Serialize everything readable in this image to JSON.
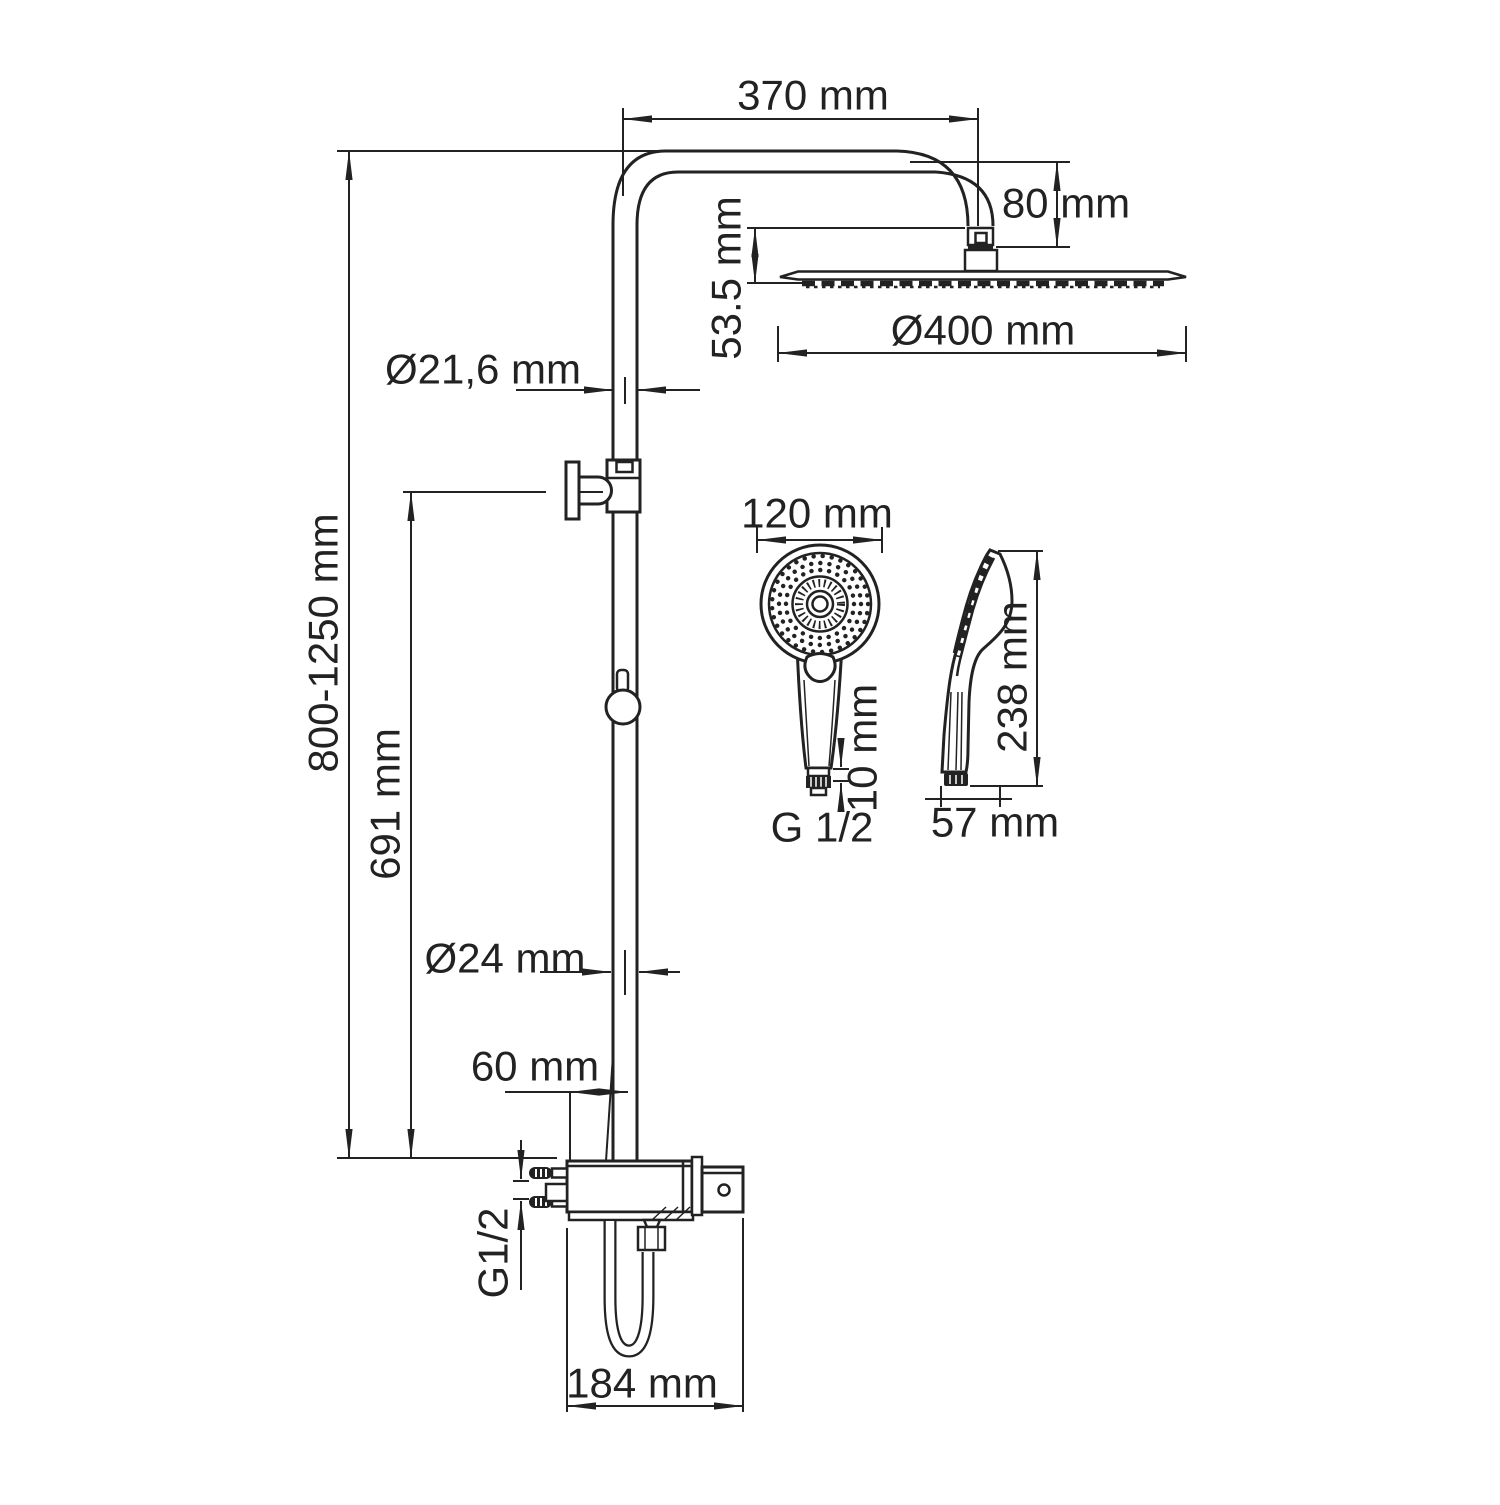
{
  "diagram": {
    "ink_color": "#222222",
    "background_color": "#ffffff",
    "dimensions": {
      "arm_length": "370 mm",
      "head_drop": "80 mm",
      "head_assembly_height": "53.5 mm",
      "head_diameter": "Ø400 mm",
      "upper_pipe_diameter": "Ø21,6 mm",
      "column_height_range": "800-1250 mm",
      "slider_height": "691 mm",
      "handshower_head_diameter": "120 mm",
      "handshower_thread_length": "10 mm",
      "handshower_thread": "G 1/2",
      "handshower_length": "238 mm",
      "handshower_depth": "57 mm",
      "lower_pipe_diameter": "Ø24 mm",
      "pipe_to_body_offset": "60 mm",
      "inlet_thread": "G1/2",
      "mixer_width": "184 mm"
    }
  }
}
